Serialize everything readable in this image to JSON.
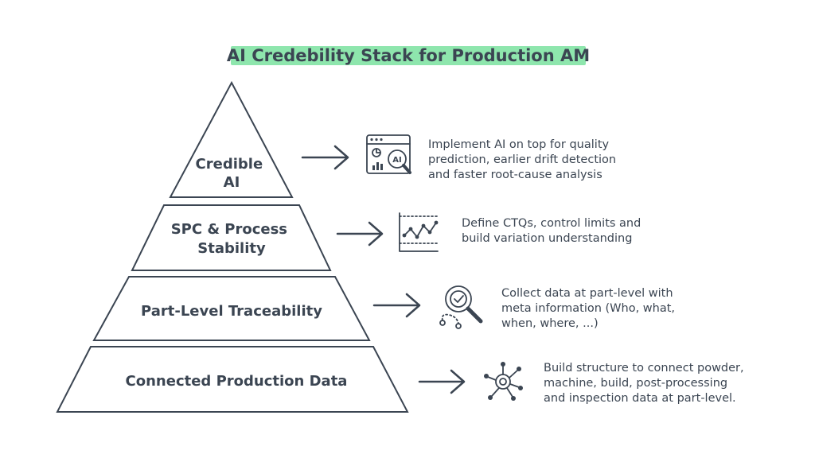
{
  "title": "AI Credebility Stack for Production AM",
  "highlight_color": "#8ee6ad",
  "text_color": "#3b4552",
  "levels": [
    {
      "label_lines": [
        "Credible",
        "AI"
      ],
      "icon": "ai-dashboard-icon",
      "description_lines": [
        "Implement AI on top for quality",
        "prediction, earlier drift detection",
        "and faster root-cause analysis"
      ]
    },
    {
      "label_lines": [
        "SPC & Process",
        "Stability"
      ],
      "icon": "control-chart-icon",
      "description_lines": [
        "Define CTQs, control limits and",
        "build variation understanding"
      ]
    },
    {
      "label_lines": [
        "Part-Level Traceability"
      ],
      "icon": "trace-magnifier-icon",
      "description_lines": [
        "Collect data at part-level with",
        "meta information (Who, what,",
        "when, where, ...)"
      ]
    },
    {
      "label_lines": [
        "Connected Production Data"
      ],
      "icon": "network-hub-icon",
      "description_lines": [
        "Build structure to connect powder,",
        "machine, build, post-processing",
        "and inspection data at part-level."
      ]
    }
  ]
}
